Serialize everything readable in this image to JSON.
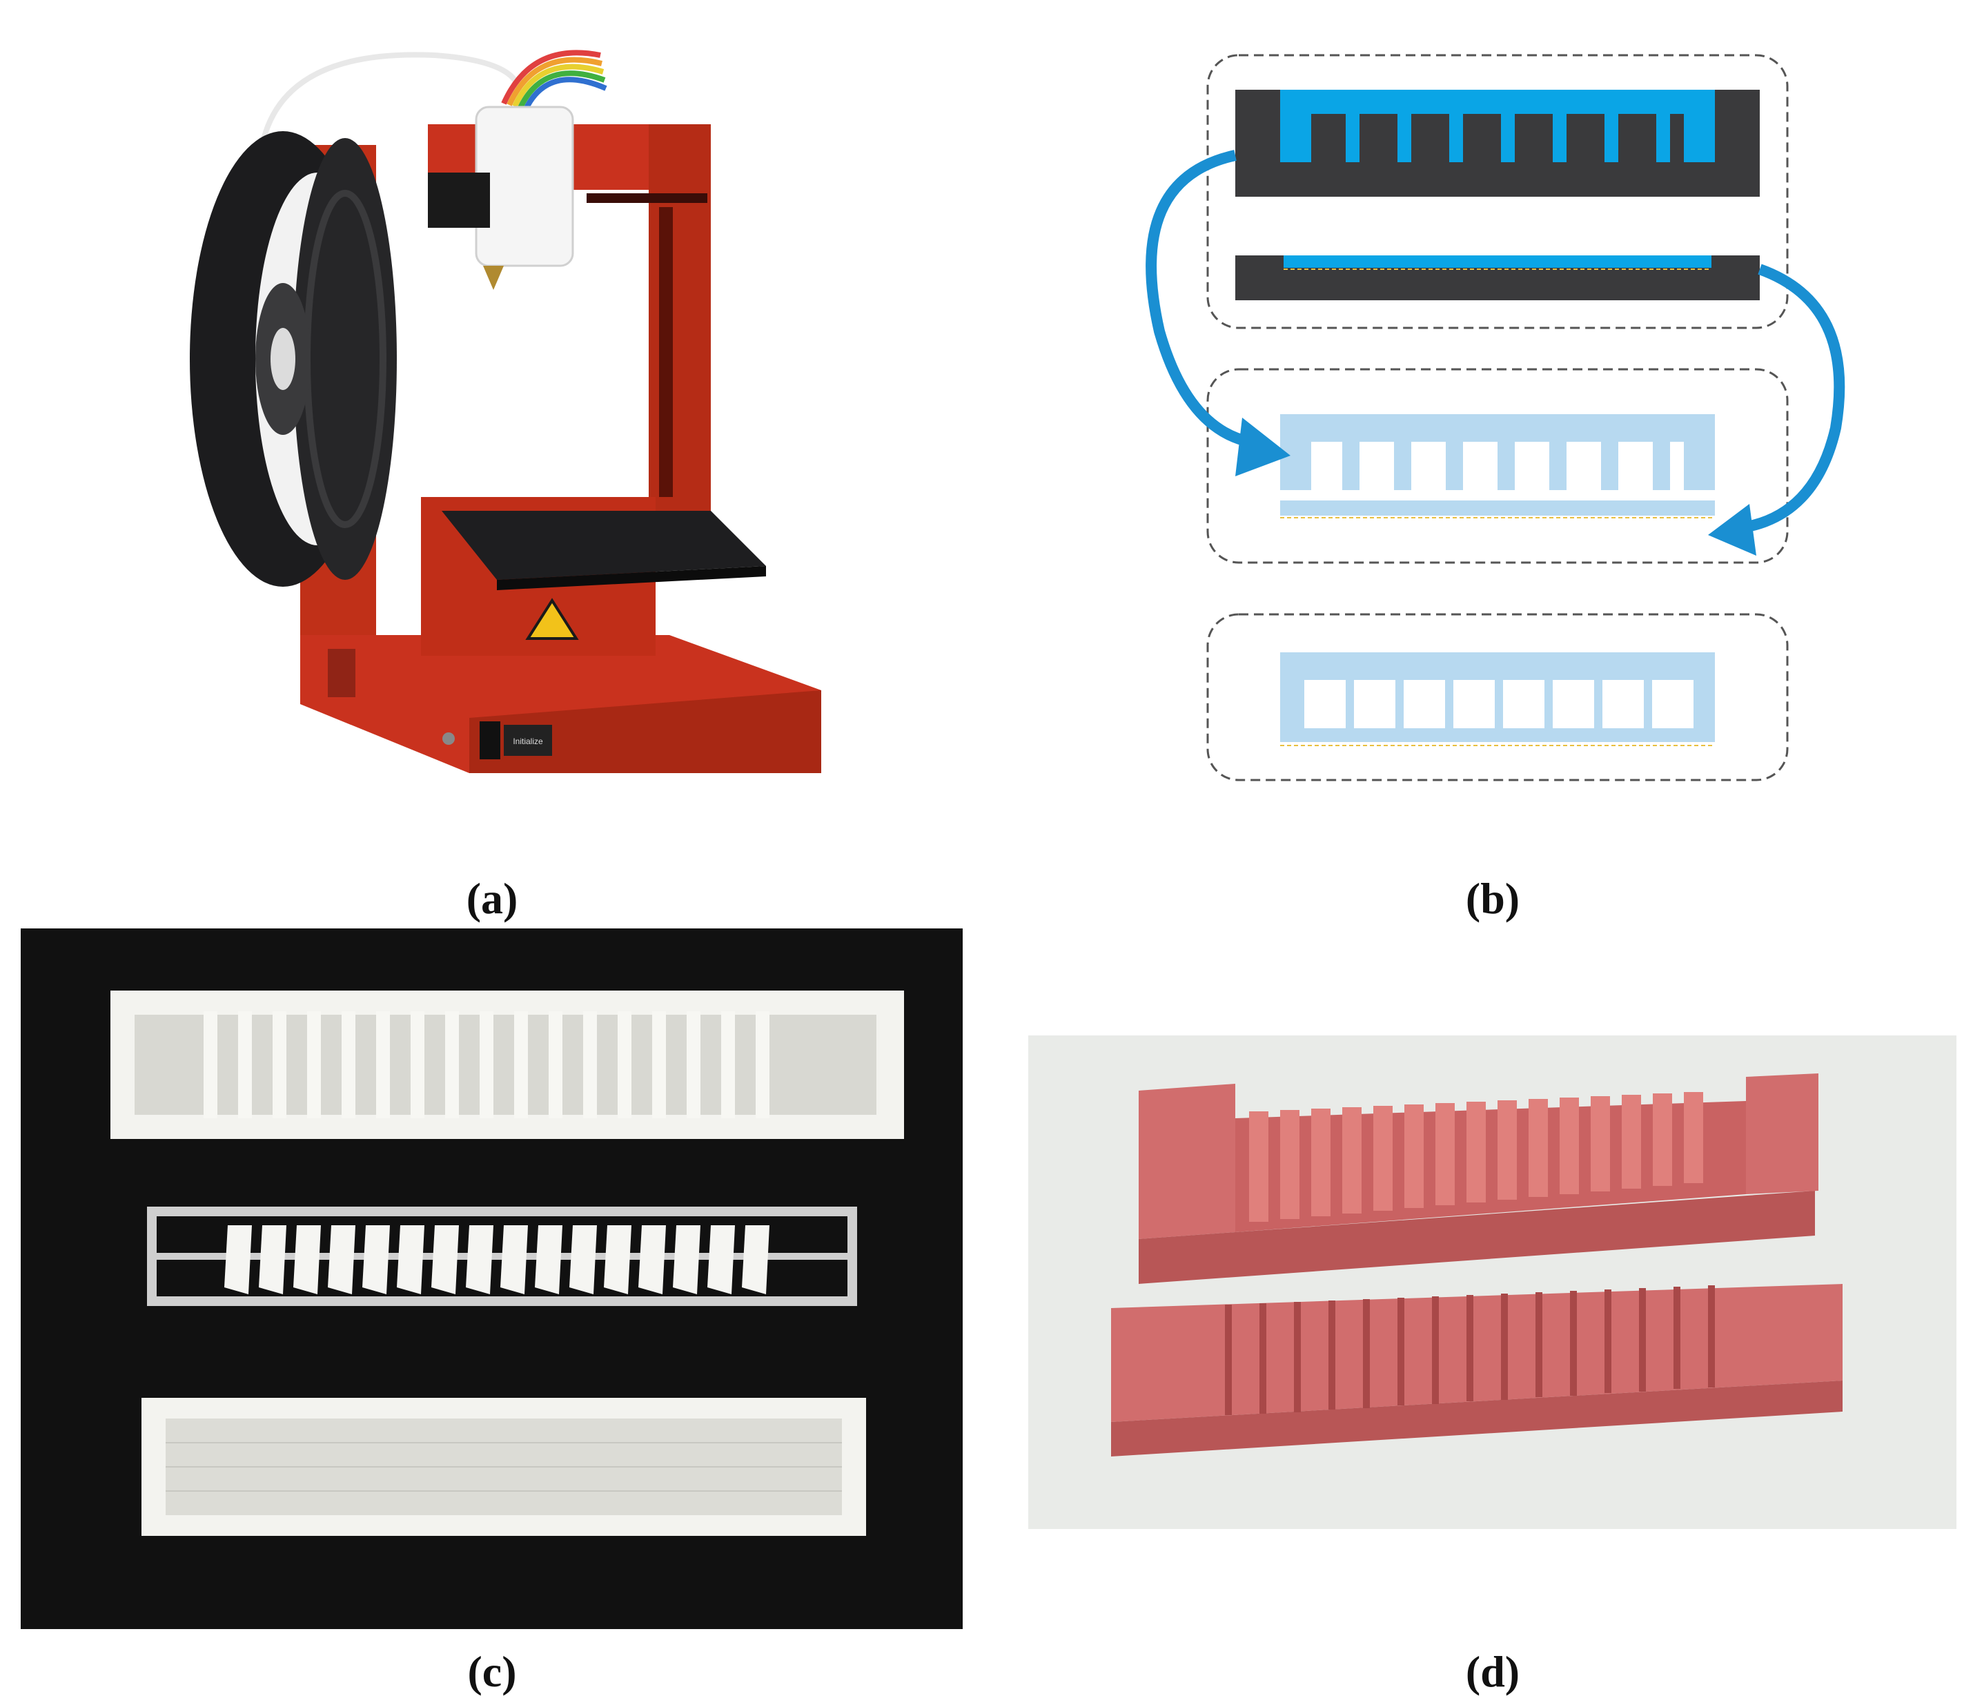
{
  "figure": {
    "panels": [
      {
        "id": "a",
        "label": "(a)",
        "description_kind": "photo-3d-printer"
      },
      {
        "id": "b",
        "label": "(b)",
        "description_kind": "mold-process-schematic"
      },
      {
        "id": "c",
        "label": "(c)",
        "description_kind": "photo-printed-white-molds"
      },
      {
        "id": "d",
        "label": "(d)",
        "description_kind": "photo-pink-cast-parts"
      }
    ],
    "printer": {
      "switch_label": "Initialize",
      "frame_color": "#c9321e",
      "spool_color": "#1c1c1e",
      "filament_color": "#f2f2f2"
    },
    "schematic": {
      "mold_color": "#3a3a3c",
      "fill_color": "#0aa5e6",
      "cast_color": "#b7d9f0",
      "arrow_color": "#1a8fd2",
      "box_stroke": "#555555",
      "teeth_count": 7
    },
    "molds_photo": {
      "background": "#111111",
      "plastic_color": "#f3f3ef"
    },
    "cast_photo": {
      "background": "#e9ebe8",
      "cast_color": "#d16d6d",
      "slot_count": 15
    }
  }
}
